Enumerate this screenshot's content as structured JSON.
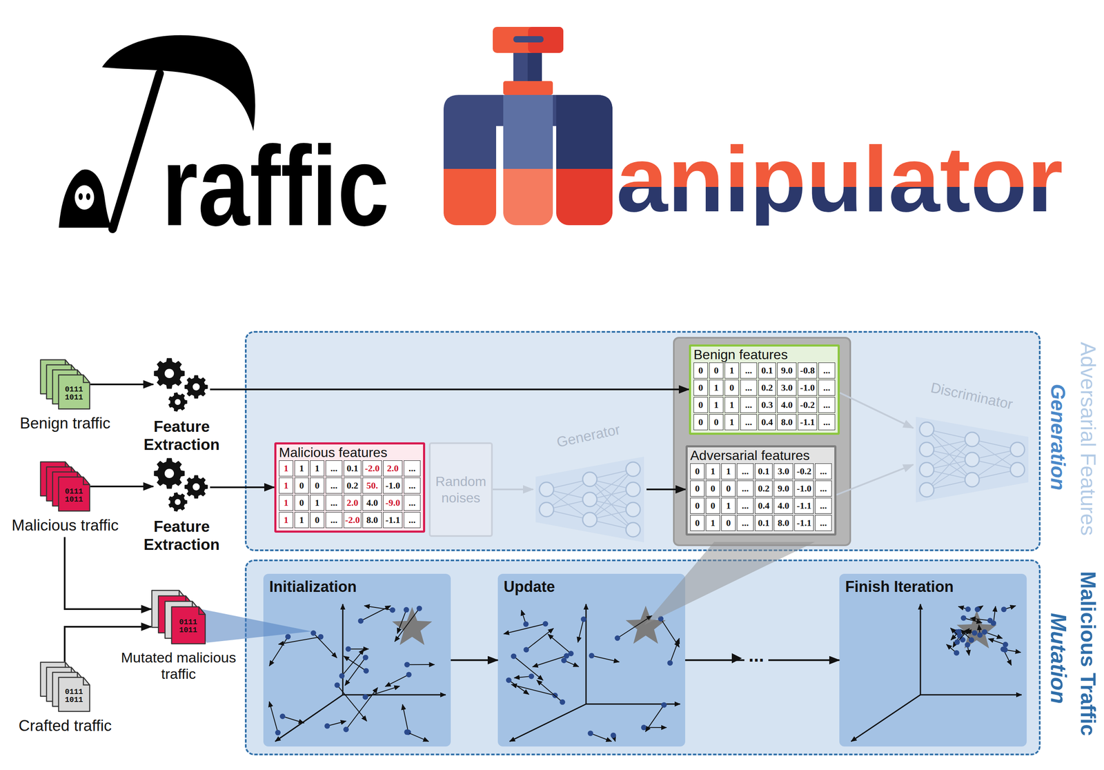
{
  "diagram": {
    "nodes": [
      {
        "text": [
          "0111 1011",
          "Benign traffic"
        ]
      },
      {
        "text": [
          "Feature Extraction"
        ]
      },
      {
        "text": [
          "0111 1011",
          "Malicious traffic"
        ]
      },
      {
        "text": [
          "Feature Extraction"
        ]
      },
      {
        "text": [
          "0111 1011",
          "Mutated malicious traffic"
        ]
      },
      {
        "text": [
          "0111 1011",
          "Crafted traffic"
        ]
      },
      {
        "text": [
          "Adversarial Features",
          "Generation"
        ]
      },
      {
        "text": [
          "Malicious features",
          "1",
          "1",
          "1",
          "...",
          "0.1",
          "-2.0",
          "2.0",
          "...",
          "1",
          "0",
          "0",
          "...",
          "0.2",
          "50.",
          "-1.0",
          "...",
          "1",
          "0",
          "1",
          "...",
          "2.0",
          "4.0",
          "-9.0",
          "...",
          "1",
          "1",
          "0",
          "...",
          "-2.0",
          "8.0",
          "-1.1",
          "..."
        ],
        "in": 6
      },
      {
        "text": [
          "Random noises"
        ],
        "in": 6
      },
      {
        "text": [
          "Generator"
        ],
        "in": 6
      },
      {
        "text": [
          "Benign features",
          "0",
          "0",
          "1",
          "...",
          "0.1",
          "9.0",
          "-0.8",
          "...",
          "0",
          "1",
          "0",
          "...",
          "0.2",
          "3.0",
          "-1.0",
          "...",
          "0",
          "1",
          "1",
          "...",
          "0.3",
          "4.0",
          "-0.2",
          "...",
          "0",
          "0",
          "1",
          "...",
          "0.4",
          "8.0",
          "-1.1",
          "..."
        ],
        "in": 6
      },
      {
        "text": [
          "Adversarial features",
          "0",
          "1",
          "1",
          "...",
          "0.1",
          "3.0",
          "-0.2",
          "...",
          "0",
          "0",
          "0",
          "...",
          "0.2",
          "9.0",
          "-1.0",
          "...",
          "0",
          "0",
          "1",
          "...",
          "0.4",
          "4.0",
          "-1.1",
          "...",
          "0",
          "1",
          "0",
          "...",
          "0.1",
          "8.0",
          "-1.1",
          "..."
        ],
        "in": 6
      },
      {
        "text": [
          "Discriminator"
        ],
        "in": 6
      },
      {
        "text": [
          "Malicious Traffic",
          "Mutation"
        ]
      },
      {
        "text": [
          "Initialization"
        ],
        "in": 13
      },
      {
        "text": [
          "Update"
        ],
        "in": 13
      },
      {
        "text": [
          "Finish Iteration"
        ],
        "in": 13
      }
    ],
    "edges": [
      {
        "from": 0,
        "to": 1,
        "arrow": "to"
      },
      {
        "from": 1,
        "to": 10,
        "arrow": "to"
      },
      {
        "from": 2,
        "to": 3,
        "arrow": "to"
      },
      {
        "from": 3,
        "to": 7,
        "arrow": "to"
      },
      {
        "from": 2,
        "to": 4,
        "arrow": "to"
      },
      {
        "from": 5,
        "to": 4,
        "arrow": "to"
      },
      {
        "from": 8,
        "to": 9,
        "arrow": "to"
      },
      {
        "from": 9,
        "to": 11,
        "arrow": "to"
      },
      {
        "from": 10,
        "to": 12,
        "arrow": "to"
      },
      {
        "from": 11,
        "to": 12,
        "arrow": "to"
      },
      {
        "from": 14,
        "to": 15,
        "arrow": "to"
      },
      {
        "from": 15,
        "to": 16,
        "arrow": "to"
      }
    ],
    "labels": [
      "raffic",
      "anipulator",
      "..."
    ]
  }
}
